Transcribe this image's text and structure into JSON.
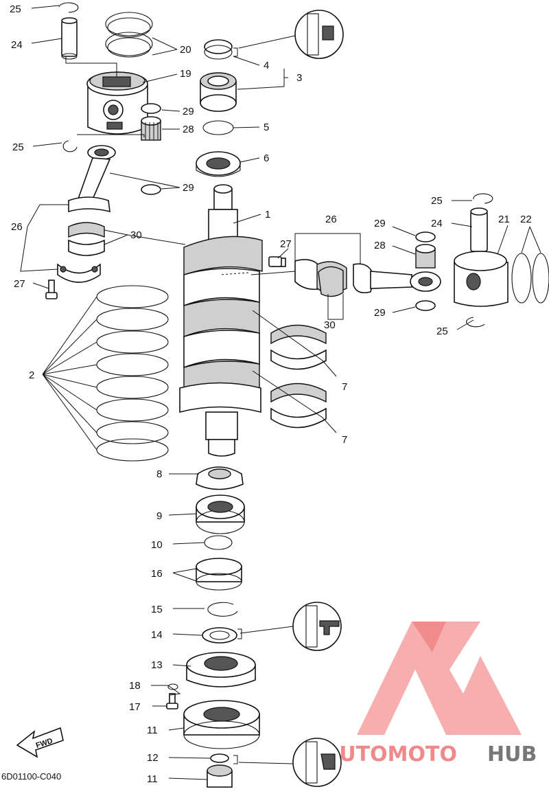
{
  "diagram": {
    "code": "6D01100-C040",
    "fwd_label": "FWD",
    "watermark": {
      "part1": "AUTOMOTO",
      "part2": "HUB",
      "color_main": "#f08a8a",
      "color_hub": "#777777"
    },
    "callouts": [
      {
        "id": "c1",
        "label": "1"
      },
      {
        "id": "c2",
        "label": "2"
      },
      {
        "id": "c3",
        "label": "3"
      },
      {
        "id": "c4",
        "label": "4"
      },
      {
        "id": "c5",
        "label": "5"
      },
      {
        "id": "c6",
        "label": "6"
      },
      {
        "id": "c7a",
        "label": "7"
      },
      {
        "id": "c7b",
        "label": "7"
      },
      {
        "id": "c8",
        "label": "8"
      },
      {
        "id": "c9",
        "label": "9"
      },
      {
        "id": "c10",
        "label": "10"
      },
      {
        "id": "c11",
        "label": "11"
      },
      {
        "id": "c12",
        "label": "12"
      },
      {
        "id": "c13",
        "label": "13"
      },
      {
        "id": "c14",
        "label": "14"
      },
      {
        "id": "c15",
        "label": "15"
      },
      {
        "id": "c16",
        "label": "16"
      },
      {
        "id": "c17",
        "label": "17"
      },
      {
        "id": "c18",
        "label": "18"
      },
      {
        "id": "c19",
        "label": "19"
      },
      {
        "id": "c20",
        "label": "20"
      },
      {
        "id": "c21",
        "label": "21"
      },
      {
        "id": "c22",
        "label": "22"
      },
      {
        "id": "c23",
        "label": "23"
      },
      {
        "id": "c24a",
        "label": "24"
      },
      {
        "id": "c24b",
        "label": "24"
      },
      {
        "id": "c25a",
        "label": "25"
      },
      {
        "id": "c25b",
        "label": "25"
      },
      {
        "id": "c25c",
        "label": "25"
      },
      {
        "id": "c25d",
        "label": "25"
      },
      {
        "id": "c26a",
        "label": "26"
      },
      {
        "id": "c26b",
        "label": "26"
      },
      {
        "id": "c27a",
        "label": "27"
      },
      {
        "id": "c27b",
        "label": "27"
      },
      {
        "id": "c28a",
        "label": "28"
      },
      {
        "id": "c28b",
        "label": "28"
      },
      {
        "id": "c29a",
        "label": "29"
      },
      {
        "id": "c29b",
        "label": "29"
      },
      {
        "id": "c29c",
        "label": "29"
      },
      {
        "id": "c29d",
        "label": "29"
      },
      {
        "id": "c30a",
        "label": "30"
      },
      {
        "id": "c30b",
        "label": "30"
      }
    ]
  }
}
